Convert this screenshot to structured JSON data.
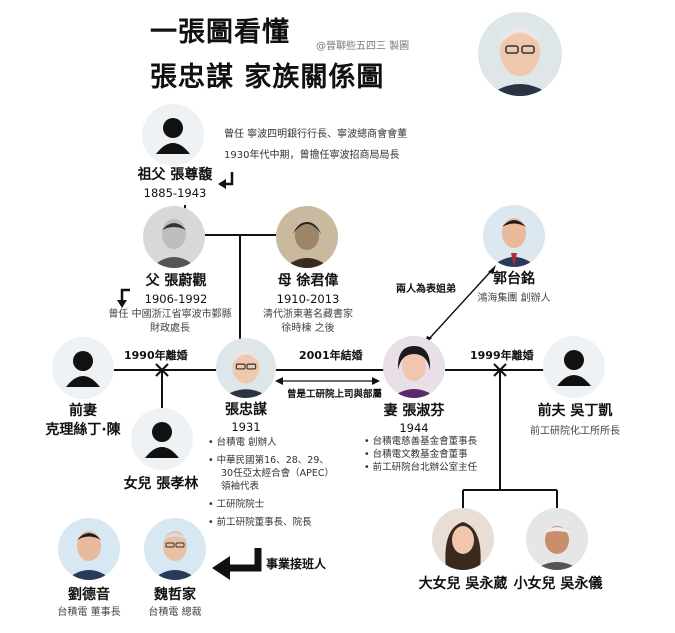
{
  "header": {
    "title_line1": "一張圖看懂",
    "title_line2": "張忠謀 家族關係圖",
    "credit": "@晉聊些五四三 製圖"
  },
  "grandfather": {
    "name": "祖父 張尊馥",
    "years": "1885-1943",
    "notes": [
      "曾任 寧波四明銀行行長、寧波總商會會董",
      "1930年代中期，曾擔任寧波招商局局長"
    ]
  },
  "father": {
    "name": "父 張蔚觀",
    "years": "1906-1992",
    "notes": [
      "曾任 中國浙江省寧波市鄞縣",
      "財政處長"
    ]
  },
  "mother": {
    "name": "母 徐君偉",
    "years": "1910-2013",
    "notes": [
      "清代浙東著名藏書家",
      "徐時棟 之後"
    ]
  },
  "guo": {
    "name": "郭台銘",
    "role": "鴻海集團 創辦人",
    "relation": "兩人為表姐弟"
  },
  "ex_wife": {
    "name_line1": "前妻",
    "name_line2": "克理絲丁·陳",
    "relation": "1990年離婚"
  },
  "daughter": {
    "name": "女兒 張孝林"
  },
  "morris": {
    "name": "張忠謀",
    "year": "1931",
    "bullets": [
      "台積電 創辦人",
      "中華民國第16、28、29、",
      "30任亞太經合會（APEC）",
      "領袖代表",
      "工研院院士",
      "前工研院董事長、院長"
    ]
  },
  "marriage": {
    "relation": "2001年結婚",
    "note": "曾是工研院上司與部屬"
  },
  "wife": {
    "name": "妻 張淑芬",
    "year": "1944",
    "bullets": [
      "台積電慈善基金會董事長",
      "台積電文教基金會董事",
      "前工研院台北辦公室主任"
    ]
  },
  "wife_ex": {
    "relation": "1999年離婚",
    "name": "前夫 吳丁凱",
    "role": "前工研院化工所所長"
  },
  "daughters": [
    {
      "name": "大女兒 吳永葳"
    },
    {
      "name": "小女兒 吳永儀"
    }
  ],
  "successors": {
    "label": "事業接班人",
    "people": [
      {
        "name": "劉德音",
        "role": "台積電 董事長"
      },
      {
        "name": "魏哲家",
        "role": "台積電 總裁"
      }
    ]
  },
  "colors": {
    "line": "#111111",
    "silhouette": "#111111",
    "circle_bg": "#eef2f4"
  }
}
